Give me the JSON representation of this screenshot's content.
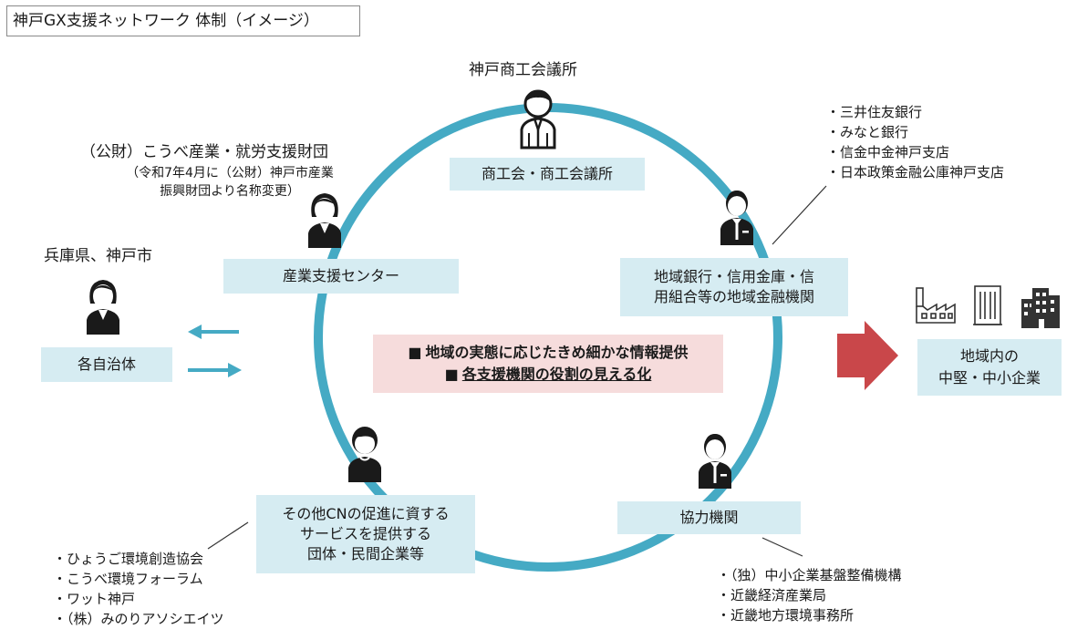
{
  "title": "神戸GX支援ネットワーク 体制（イメージ）",
  "colors": {
    "ring": "#45aac4",
    "node_bg": "#d6ecf2",
    "center_bg": "#f6dcdc",
    "big_arrow": "#c9474a",
    "small_arrow": "#45aac4",
    "person": "#1a1a1a"
  },
  "nodes": {
    "chamber": {
      "heading": "神戸商工会議所",
      "label": "商工会・商工会議所"
    },
    "foundation": {
      "heading": "（公財）こうべ産業・就労支援財団",
      "note_1": "（令和7年4月に（公財）神戸市産業",
      "note_2": "振興財団より名称変更）",
      "label": "産業支援センター"
    },
    "banks": {
      "members": [
        "三井住友銀行",
        "みなと銀行",
        "信金中金神戸支店",
        "日本政策金融公庫神戸支店"
      ],
      "label_1": "地域銀行・信用金庫・信",
      "label_2": "用組合等の地域金融機関"
    },
    "municipality": {
      "heading": "兵庫県、神戸市",
      "label": "各自治体"
    },
    "others": {
      "label_1": "その他CNの促進に資する",
      "label_2": "サービスを提供する",
      "label_3": "団体・民間企業等",
      "members": [
        "ひょうご環境創造協会",
        "こうべ環境フォーラム",
        "ワット神戸",
        "（株）みのりアソシエイツ"
      ]
    },
    "partners": {
      "label": "協力機関",
      "members": [
        "（独）中小企業基盤整備機構",
        "近畿経済産業局",
        "近畿地方環境事務所"
      ]
    }
  },
  "center": {
    "square": "■",
    "line_1": "地域の実態に応じたきめ細かな情報提供",
    "line_2": "各支援機関の役割の見える化"
  },
  "target": {
    "line_1": "地域内の",
    "line_2": "中堅・中小企業"
  },
  "icons": [
    "person-suit-icon",
    "person-woman-icon",
    "person-man-tie-icon",
    "person-casual-icon",
    "factory-icon",
    "office-building-icon",
    "building-cluster-icon"
  ]
}
